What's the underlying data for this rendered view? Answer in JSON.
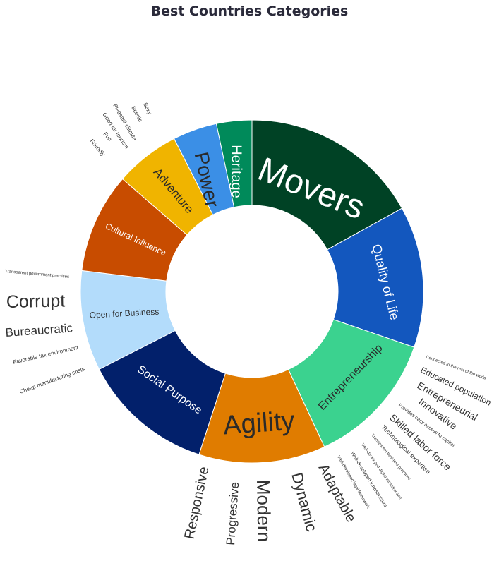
{
  "chart_data": {
    "type": "sunburst",
    "title": "Best Countries Categories",
    "segments": [
      {
        "label": "Movers",
        "value": 61,
        "color": "#004225",
        "text_color": "#ffffff"
      },
      {
        "label": "Quality of Life",
        "value": 48,
        "color": "#1357be",
        "text_color": "#ffffff"
      },
      {
        "label": "Entrepreneurship",
        "value": 46,
        "color": "#3bd28f",
        "text_color": "#2a2a2a"
      },
      {
        "label": "Agility",
        "value": 43,
        "color": "#e07c00",
        "text_color": "#2a2a2a"
      },
      {
        "label": "Social Purpose",
        "value": 45,
        "color": "#02206b",
        "text_color": "#ffffff"
      },
      {
        "label": "Open for Business",
        "value": 34,
        "color": "#b3dcfb",
        "text_color": "#2a2a2a"
      },
      {
        "label": "Cultural Influence",
        "value": 34,
        "color": "#c84c00",
        "text_color": "#ffffff"
      },
      {
        "label": "Adventure",
        "value": 22,
        "color": "#f0b400",
        "text_color": "#2a2a2a"
      },
      {
        "label": "Power",
        "value": 15,
        "color": "#3b8fe6",
        "text_color": "#2a2a2a"
      },
      {
        "label": "Heritage",
        "value": 12,
        "color": "#008a5a",
        "text_color": "#ffffff"
      }
    ],
    "outer_labels": [
      "Friendly",
      "Fun",
      "Good for tourism",
      "Pleasant climate",
      "Scenic",
      "Sexy",
      "Transparent government practices",
      "Corrupt",
      "Bureaucratic",
      "Favorable tax environment",
      "Cheap manufacturing costs",
      "Responsive",
      "Progressive",
      "Modern",
      "Dynamic",
      "Adaptable",
      "Connected to the rest of the world",
      "Educated population",
      "Entrepreneurial",
      "Innovative",
      "Provides easy access to capital",
      "Skilled labor force",
      "Technological expertise",
      "Transparent business practices",
      "Well-developed digital infrastructure",
      "Well-developed infrastructure",
      "Well-developed legal framework"
    ]
  }
}
